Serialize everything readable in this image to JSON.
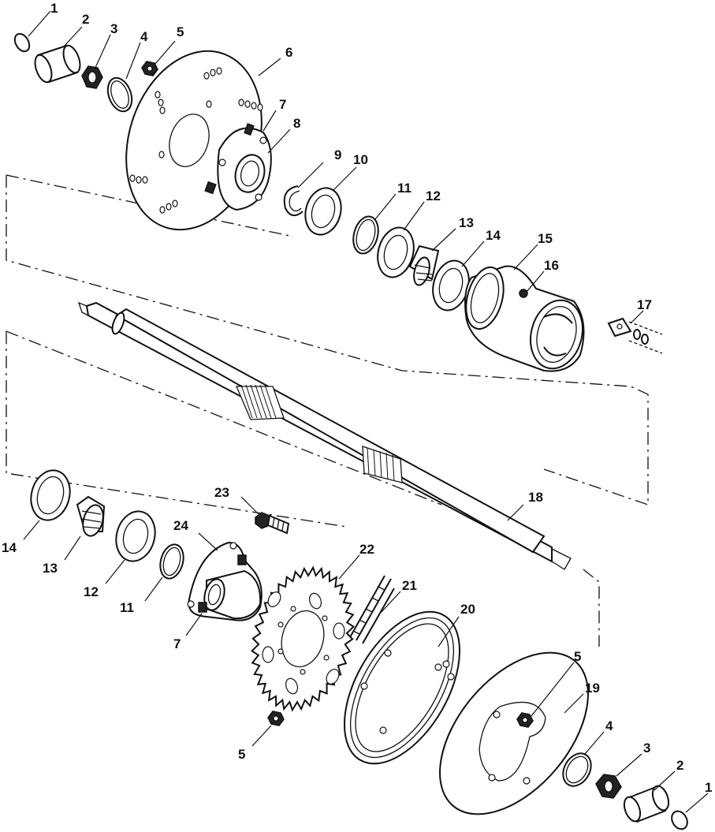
{
  "callouts": [
    {
      "id": "c1a",
      "text": "1"
    },
    {
      "id": "c2a",
      "text": "2"
    },
    {
      "id": "c3a",
      "text": "3"
    },
    {
      "id": "c4a",
      "text": "4"
    },
    {
      "id": "c5a",
      "text": "5"
    },
    {
      "id": "c6",
      "text": "6"
    },
    {
      "id": "c7a",
      "text": "7"
    },
    {
      "id": "c8",
      "text": "8"
    },
    {
      "id": "c9",
      "text": "9"
    },
    {
      "id": "c10",
      "text": "10"
    },
    {
      "id": "c11a",
      "text": "11"
    },
    {
      "id": "c12a",
      "text": "12"
    },
    {
      "id": "c13a",
      "text": "13"
    },
    {
      "id": "c14a",
      "text": "14"
    },
    {
      "id": "c15",
      "text": "15"
    },
    {
      "id": "c16",
      "text": "16"
    },
    {
      "id": "c17",
      "text": "17"
    },
    {
      "id": "c18",
      "text": "18"
    },
    {
      "id": "c23",
      "text": "23"
    },
    {
      "id": "c24",
      "text": "24"
    },
    {
      "id": "c22",
      "text": "22"
    },
    {
      "id": "c21",
      "text": "21"
    },
    {
      "id": "c20",
      "text": "20"
    },
    {
      "id": "c14b",
      "text": "14"
    },
    {
      "id": "c13b",
      "text": "13"
    },
    {
      "id": "c12b",
      "text": "12"
    },
    {
      "id": "c11b",
      "text": "11"
    },
    {
      "id": "c7b",
      "text": "7"
    },
    {
      "id": "c5b",
      "text": "5"
    },
    {
      "id": "c5c",
      "text": "5"
    },
    {
      "id": "c19",
      "text": "19"
    },
    {
      "id": "c4b",
      "text": "4"
    },
    {
      "id": "c3b",
      "text": "3"
    },
    {
      "id": "c2b",
      "text": "2"
    },
    {
      "id": "c1b",
      "text": "1"
    }
  ]
}
